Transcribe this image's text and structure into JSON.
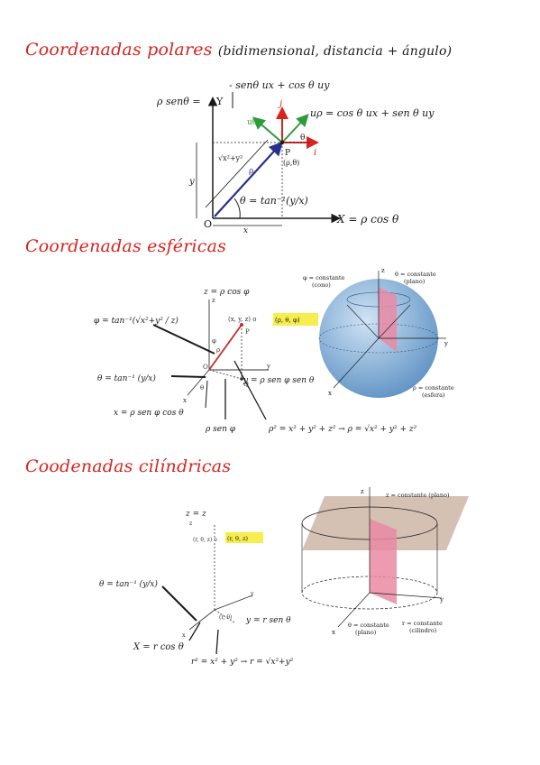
{
  "sections": [
    {
      "title": "Coordenadas polares",
      "subtitle": "(bidimensional, distancia + ángulo)"
    },
    {
      "title": "Coordenadas esféricas"
    },
    {
      "title": "Coodenadas cilíndricas"
    }
  ],
  "polar": {
    "u_theta_eq": "- senθ ux + cos θ uy",
    "rho_sen": "ρ senθ =",
    "y_axis": "Y",
    "u_rho_eq": "uρ = cos θ ux + sen θ uy",
    "u_theta_label": "uθ",
    "u_rho_label": "uρ",
    "j_label": "j",
    "i_label": "i",
    "theta_label": "θ",
    "radius_label": "√x²+y²",
    "rho_label": "ρ",
    "point_P": "P",
    "point_coords": "(ρ,θ)",
    "y_label": "y",
    "x_label": "x",
    "origin": "O",
    "theta_eq": "θ = tan⁻¹(y/x)",
    "x_eq": "X = ρ cos θ"
  },
  "spherical": {
    "z_eq": "z = ρ cos φ",
    "phi_eq": "φ = tan⁻¹(√x²+y² / z)",
    "theta_eq": "θ = tan⁻¹ (y/x)",
    "point_label": "(x, y, z) o",
    "point_highlight": "(ρ, θ, φ)",
    "y_eq": "y = ρ sen φ sen θ",
    "x_eq": "x = ρ sen φ cos θ",
    "rho_sen": "ρ sen φ",
    "rho_eq": "ρ² = x² + y² + z² → ρ = √x² + y² + z²",
    "phi_const": "φ = constante",
    "phi_const_sub": "(cono)",
    "theta_const": "θ = constante",
    "theta_const_sub": "(plano)",
    "rho_const": "ρ = constante",
    "rho_const_sub": "(esfera)",
    "axis_z": "z",
    "axis_y": "y",
    "axis_x": "x",
    "point_P": "P",
    "point_Q": "Q",
    "small_theta": "θ",
    "small_phi": "φ",
    "small_rho": "ρ",
    "origin_O": "O"
  },
  "cylindrical": {
    "z_eq": "z = z",
    "point_label": "(r, θ, z) o",
    "point_highlight": "(r, θ, z)",
    "theta_eq": "θ = tan⁻¹ (y/x)",
    "y_eq": "y = r sen θ",
    "x_eq": "X = r cos θ",
    "r_eq": "r² = x² + y² → r = √x²+y²",
    "z_const": "z = constante (plano)",
    "theta_const": "θ = constante",
    "theta_const_sub": "(plano)",
    "r_const": "r = constante",
    "r_const_sub": "(cilindro)",
    "axis_z": "z",
    "axis_y": "y",
    "axis_x": "x",
    "small_rtheta": "(r, θ)",
    "small_z": "z"
  },
  "colors": {
    "heading": "#d8231f",
    "ink": "#1a1a1a",
    "vector_blue": "#27308c",
    "vector_green": "#2e9b3a",
    "vector_red": "#d8231f",
    "highlight": "#f6ee4c",
    "sphere": "#7fb0d9",
    "plane_pink": "#e98aa3",
    "plane_tan": "#c7ab9b"
  }
}
